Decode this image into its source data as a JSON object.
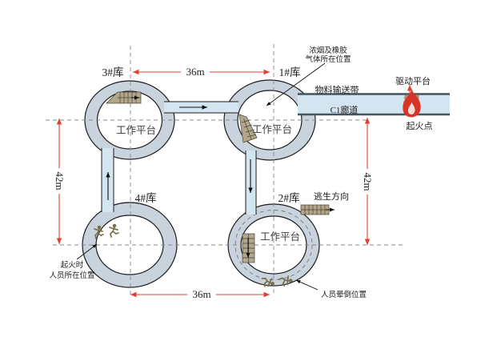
{
  "diagram": {
    "silos": {
      "silo1": "1#库",
      "silo2": "2#库",
      "silo3": "3#库",
      "silo4": "4#库"
    },
    "platform_label": "工作平台",
    "annotations": {
      "smoke_line1": "浓烟及橡胶",
      "smoke_line2": "气体所在位置",
      "conveyor": "物料输送带",
      "corridor": "C1廊道",
      "drive_platform": "驱动平台",
      "fire_point": "起火点",
      "escape_direction": "逃生方向",
      "fainted_location": "人员晕倒位置",
      "fire_time_line1": "起火时",
      "fire_time_line2": "人员所在位置"
    },
    "dimensions": {
      "top_width": "36m",
      "bottom_width": "36m",
      "left_height": "42m",
      "right_height": "42m"
    },
    "icons": {
      "fire-icon": "flame at ignition point",
      "stairs-icon": "ladder/stair hatched ramp",
      "running-person-icon": "people running at fire start",
      "fallen-person-icon": "people collapsed",
      "flow-arrow-icon": "movement direction arrow"
    },
    "colors": {
      "dimension_red": "#e0402e",
      "ring_fill": "#c9d3de",
      "corridor_fill": "#d3e5f0",
      "corridor_border": "#44535c",
      "stairs_tan": "#b3a68a",
      "person_olive": "#77704a",
      "flame_red": "#d63426",
      "platform_brown": "#a3927c",
      "dashed_gray": "#8a8a8a",
      "outline": "#1c1c1c"
    }
  }
}
